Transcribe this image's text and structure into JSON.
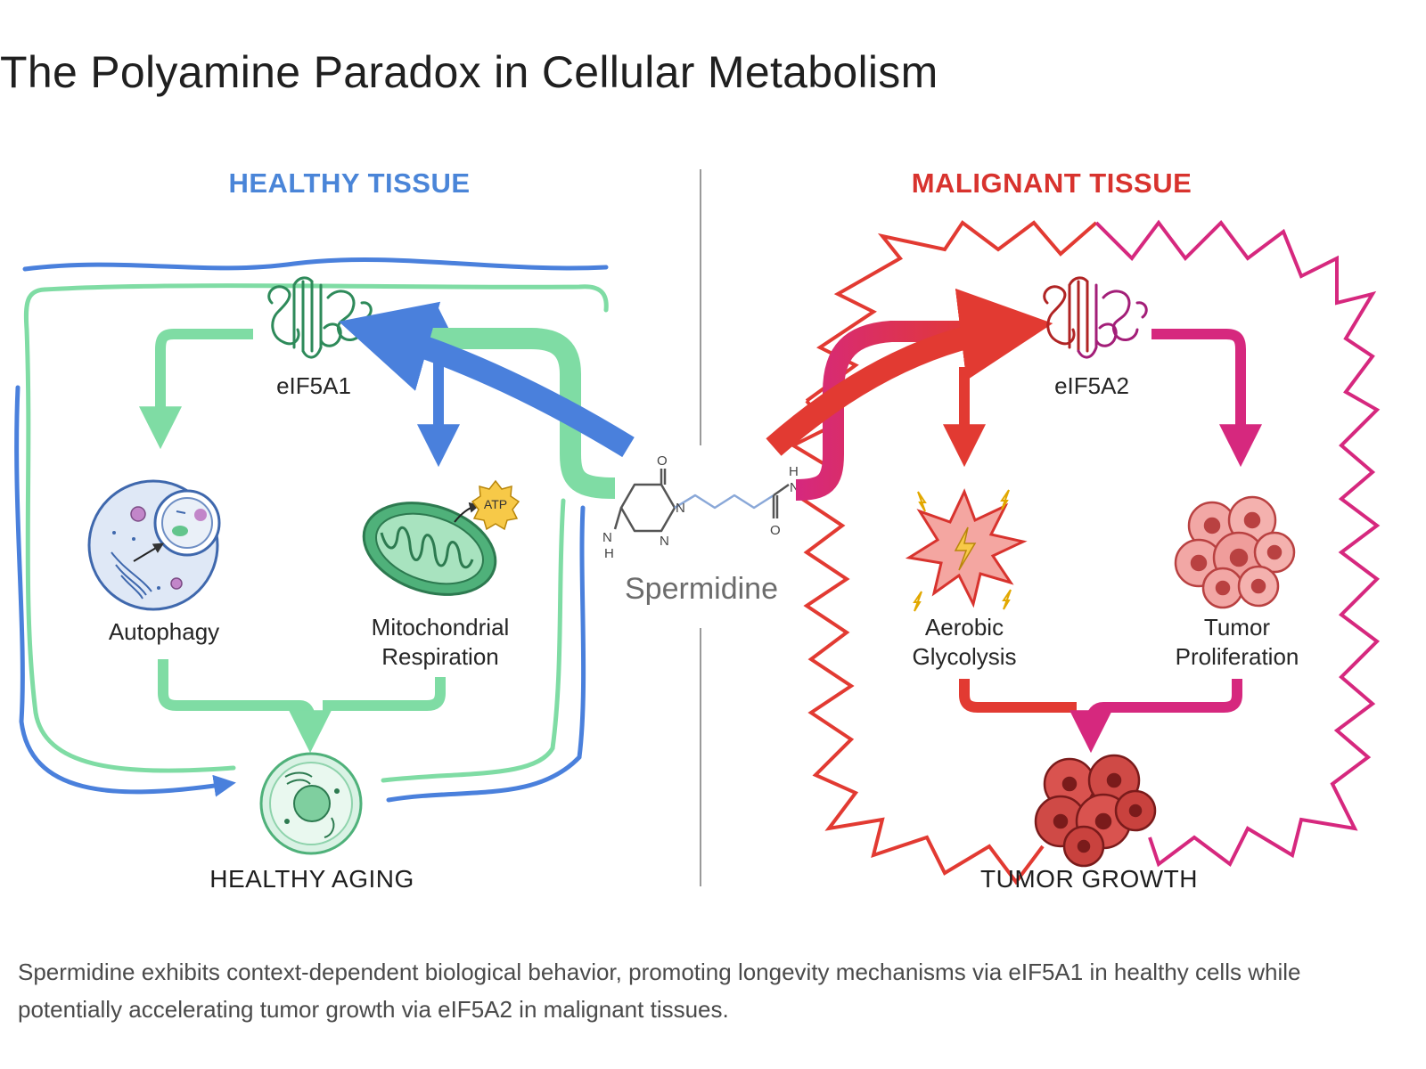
{
  "title": "The Polyamine Paradox in Cellular Metabolism",
  "caption": "Spermidine exhibits context-dependent biological behavior, promoting longevity mechanisms via eIF5A1 in healthy cells while potentially accelerating tumor growth via eIF5A2 in malignant tissues.",
  "healthy": {
    "heading": "HEALTHY TISSUE",
    "protein": "eIF5A1",
    "autophagy": "Autophagy",
    "mito_line1": "Mitochondrial",
    "mito_line2": "Respiration",
    "atp": "ATP",
    "outcome": "HEALTHY AGING"
  },
  "center": {
    "molecule": "Spermidine",
    "atom_o": "O",
    "atom_n": "N",
    "atom_h": "H"
  },
  "malignant": {
    "heading": "MALIGNANT TISSUE",
    "protein": "eIF5A2",
    "glyco_line1": "Aerobic",
    "glyco_line2": "Glycolysis",
    "prolif_line1": "Tumor",
    "prolif_line2": "Proliferation",
    "outcome": "TUMOR GROWTH"
  },
  "colors": {
    "healthy_heading": "#4a85d8",
    "malignant_heading": "#d8332e",
    "green": "#7fdca4",
    "blue": "#4a80dc",
    "red": "#e23a32",
    "magenta": "#d6287e"
  }
}
